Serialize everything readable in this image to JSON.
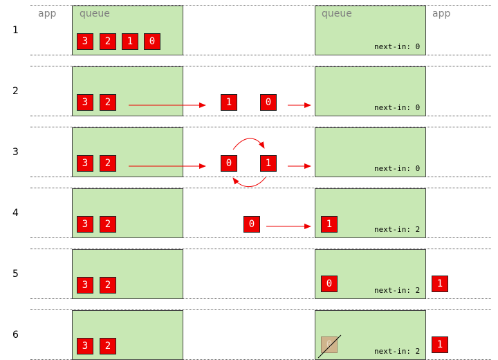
{
  "headers": {
    "app_left": "app",
    "queue_left": "queue",
    "queue_right": "queue",
    "app_right": "app"
  },
  "rows": [
    {
      "num": "1",
      "left_chips": [
        "3",
        "2",
        "1",
        "0"
      ],
      "mid_chips": [],
      "right_chips": [],
      "next_in": "next-in: 0",
      "app_chip": ""
    },
    {
      "num": "2",
      "left_chips": [
        "3",
        "2"
      ],
      "mid_chips": [
        "1",
        "0"
      ],
      "right_chips": [],
      "next_in": "next-in: 0",
      "app_chip": ""
    },
    {
      "num": "3",
      "left_chips": [
        "3",
        "2"
      ],
      "mid_chips": [
        "0",
        "1"
      ],
      "right_chips": [],
      "next_in": "next-in: 0",
      "app_chip": ""
    },
    {
      "num": "4",
      "left_chips": [
        "3",
        "2"
      ],
      "mid_chips": [
        "0"
      ],
      "right_chips": [
        "1"
      ],
      "next_in": "next-in: 2",
      "app_chip": ""
    },
    {
      "num": "5",
      "left_chips": [
        "3",
        "2"
      ],
      "mid_chips": [],
      "right_chips": [
        "0"
      ],
      "next_in": "next-in: 2",
      "app_chip": "1"
    },
    {
      "num": "6",
      "left_chips": [
        "3",
        "2"
      ],
      "mid_chips": [],
      "right_chips": [
        "0"
      ],
      "next_in": "next-in: 2",
      "app_chip": "1"
    }
  ],
  "colors": {
    "queue_fill": "#c8e8b4",
    "chip_fill": "#ee0000",
    "arrow": "#ee0000",
    "faded_chip": "#cfb48c"
  }
}
